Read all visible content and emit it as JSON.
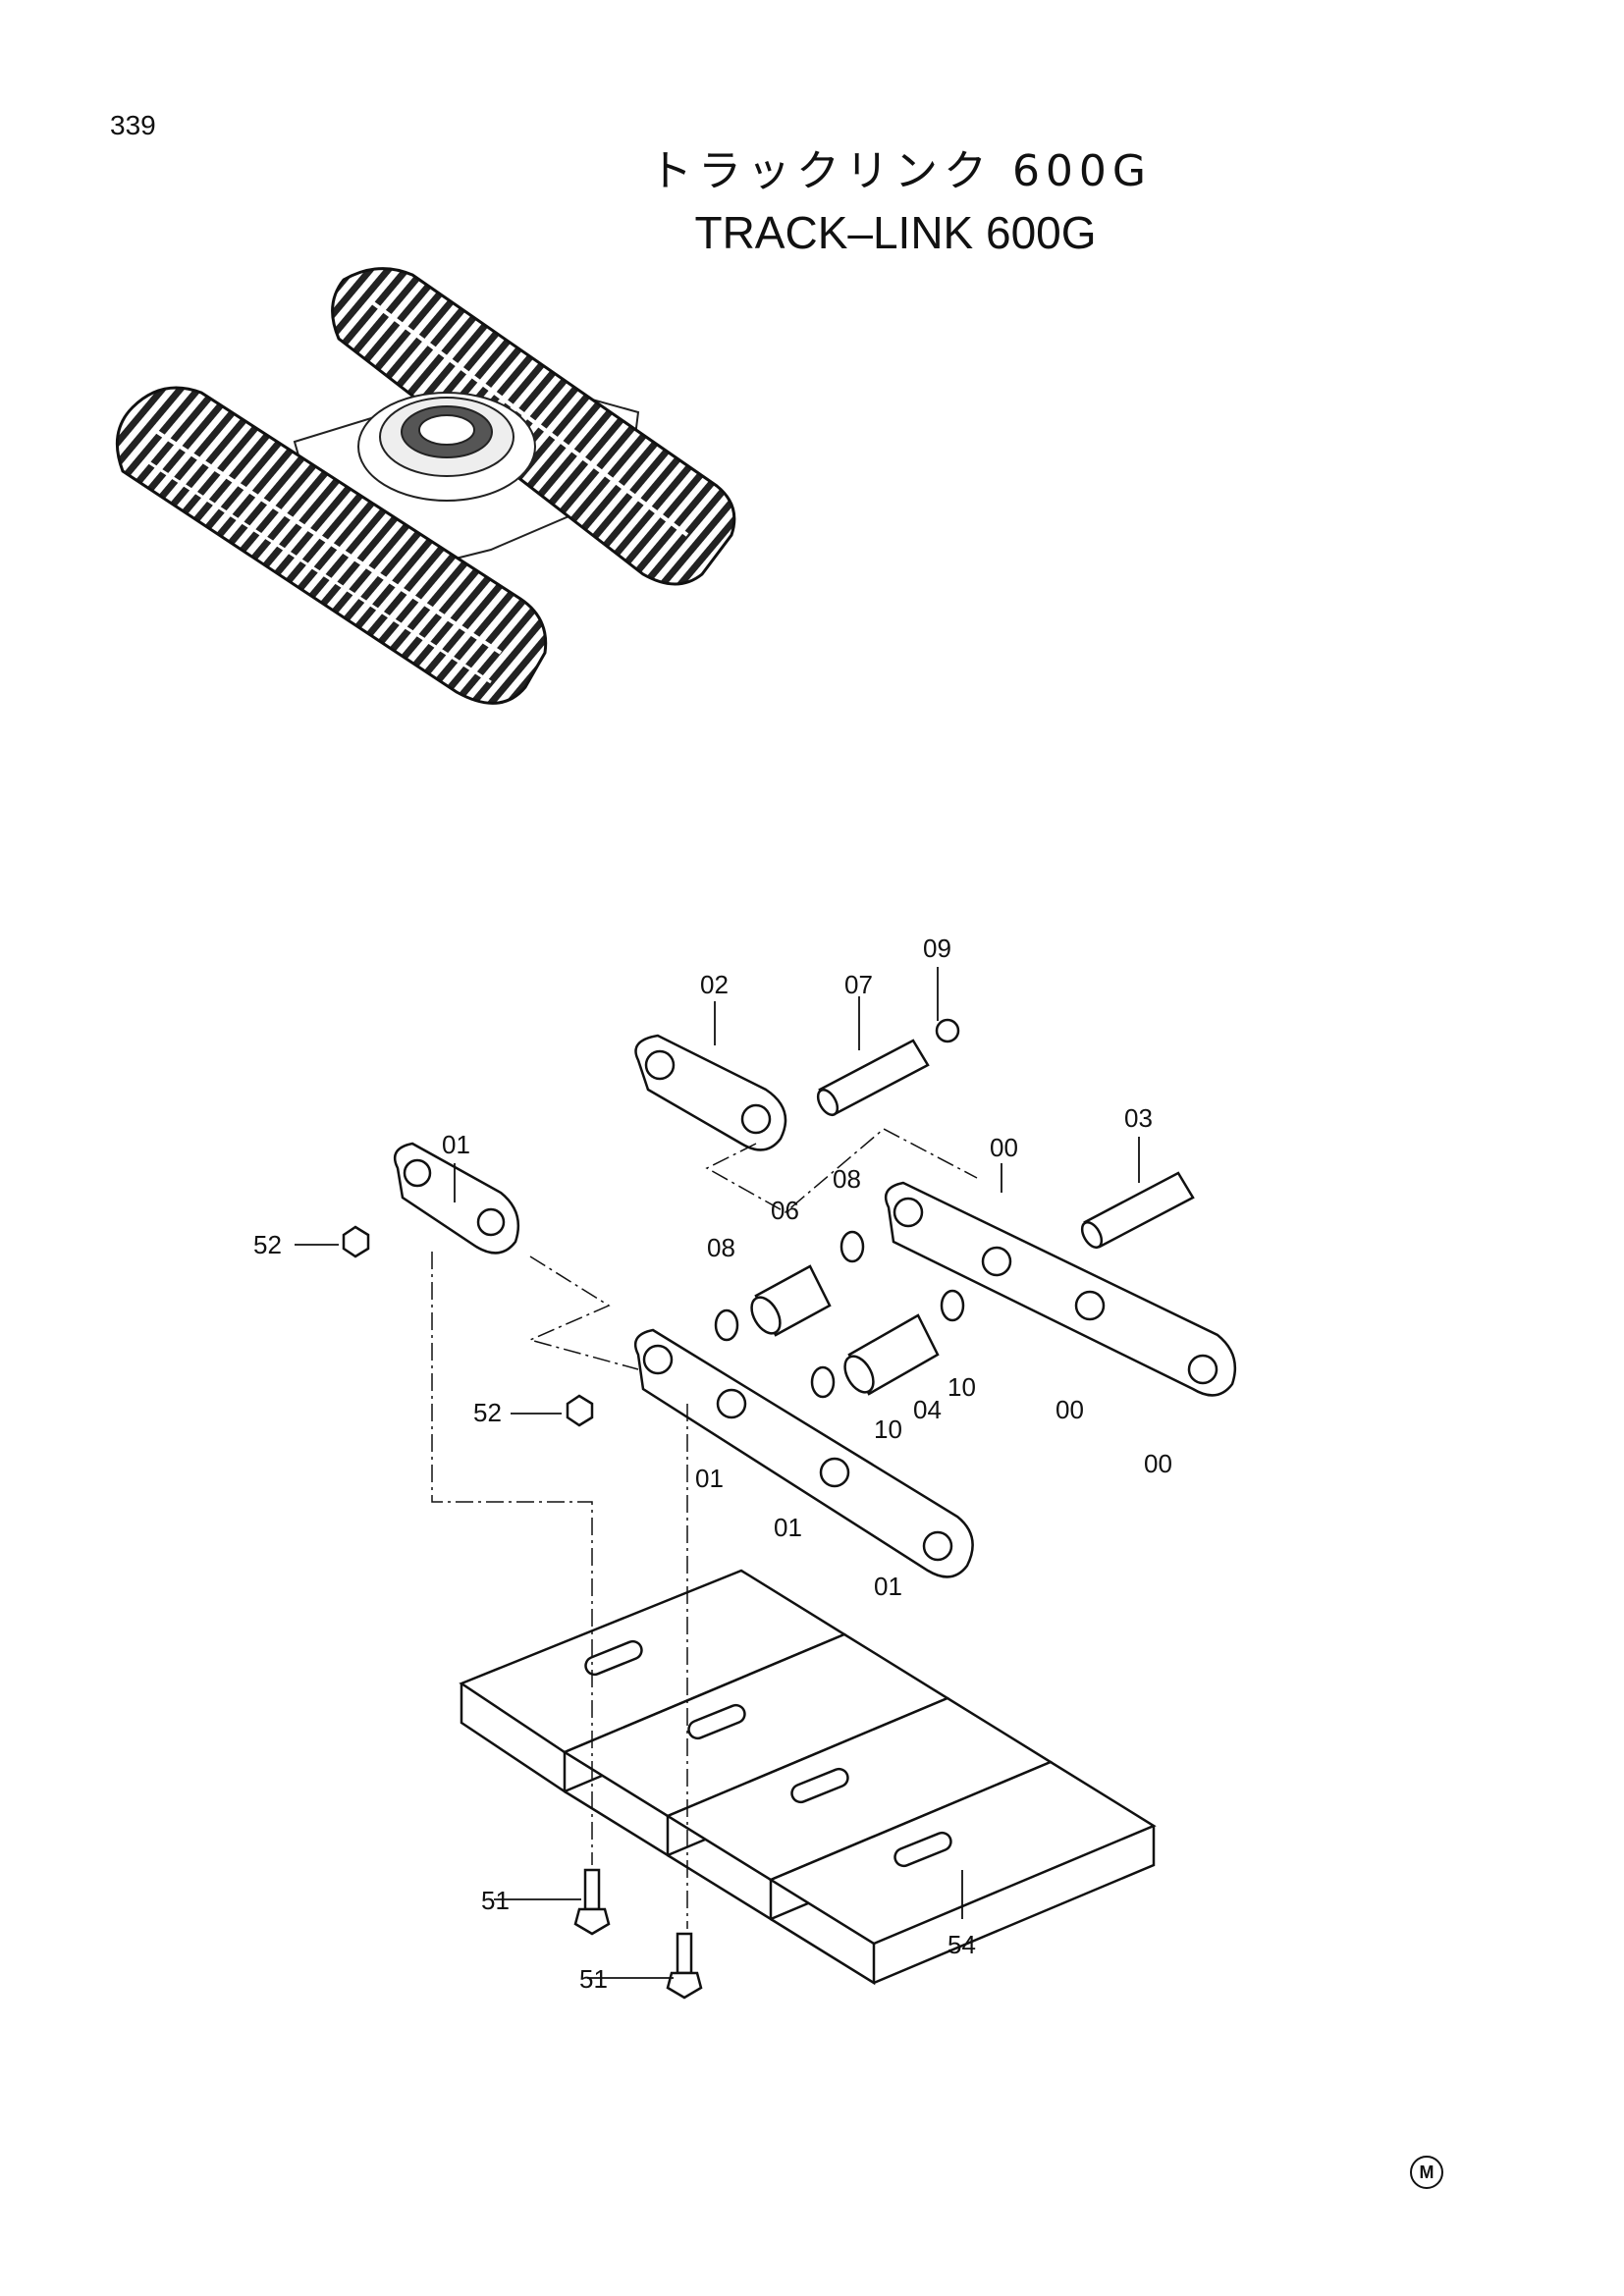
{
  "page": {
    "number": "339"
  },
  "title": {
    "japanese": "トラックリンク 600G",
    "english": "TRACK–LINK  600G"
  },
  "callouts": {
    "c09": "09",
    "c02": "02",
    "c07": "07",
    "c01a": "01",
    "c03": "03",
    "c08a": "08",
    "c00a": "00",
    "c06": "06",
    "c52a": "52",
    "c08b": "08",
    "c10a": "10",
    "c04": "04",
    "c10b": "10",
    "c00b": "00",
    "c00c": "00",
    "c52b": "52",
    "c01b": "01",
    "c01c": "01",
    "c01d": "01",
    "c51a": "51",
    "c51b": "51",
    "c54": "54"
  },
  "mark": "M"
}
